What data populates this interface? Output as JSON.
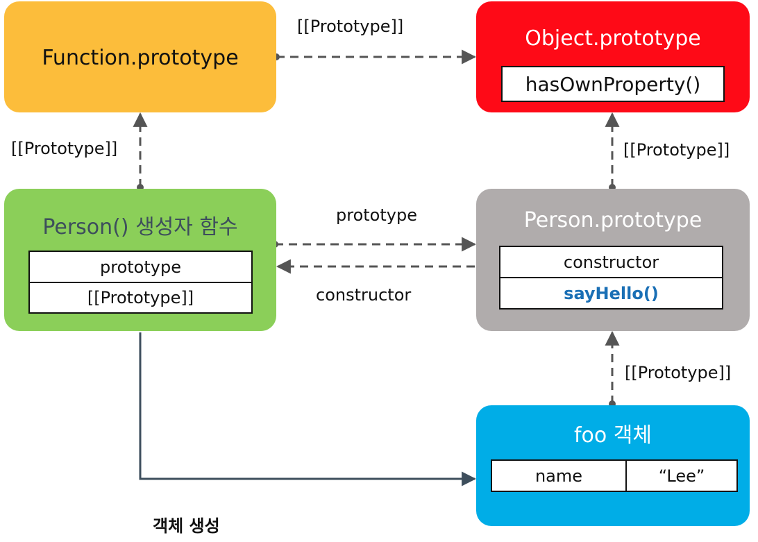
{
  "boxes": {
    "function_prototype": {
      "title": "Function.prototype"
    },
    "object_prototype": {
      "title": "Object.prototype",
      "method": "hasOwnProperty()"
    },
    "person_constructor": {
      "title": "Person() 생성자 함수",
      "rows": [
        "prototype",
        "[[Prototype]]"
      ]
    },
    "person_prototype": {
      "title": "Person.prototype",
      "rows": [
        "constructor",
        "sayHello()"
      ]
    },
    "foo_object": {
      "title": "foo 객체",
      "prop_name": "name",
      "prop_value": "“Lee”"
    }
  },
  "edges": {
    "fn_to_obj": "[[Prototype]]",
    "person_to_fn": "[[Prototype]]",
    "personproto_to_obj": "[[Prototype]]",
    "foo_to_personproto": "[[Prototype]]",
    "prototype_link": "prototype",
    "constructor_link": "constructor",
    "create_object": "객체 생성"
  },
  "colors": {
    "function_prototype": "#fcbd3b",
    "object_prototype": "#fe0a17",
    "person_constructor": "#8bcf59",
    "person_prototype": "#b0acac",
    "foo_object": "#00ade7",
    "method_highlight": "#1a6fb5",
    "connector": "#555555",
    "create_line": "#3d4e5c"
  }
}
